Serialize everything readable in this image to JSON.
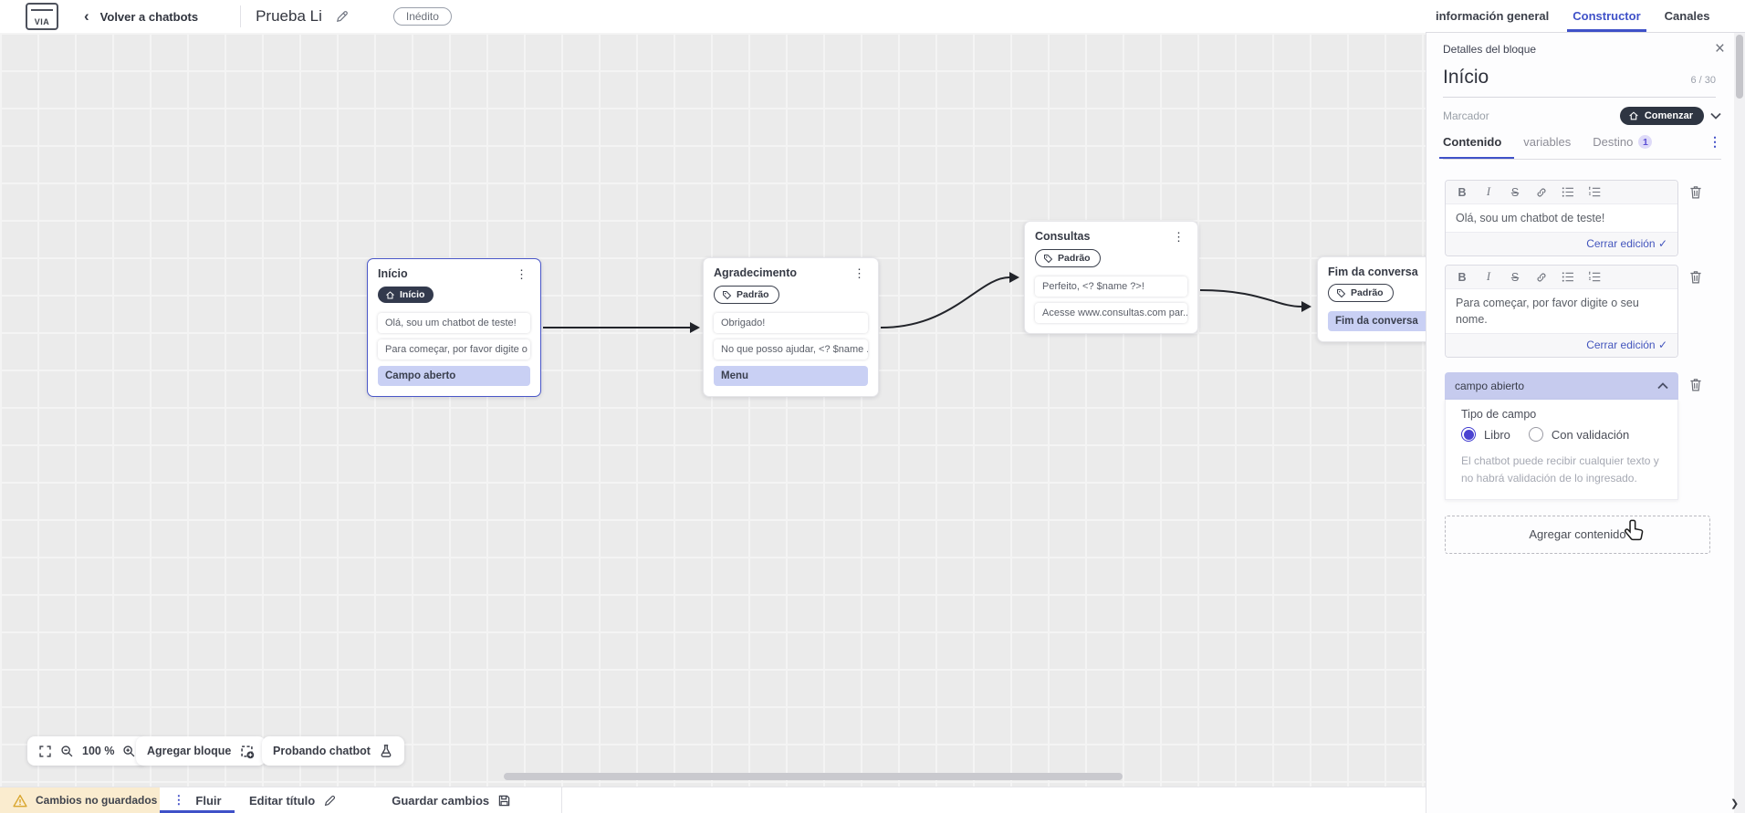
{
  "topbar": {
    "logo_text": "VIA",
    "back_label": "Volver a chatbots",
    "title": "Prueba Li",
    "status_badge": "Inédito",
    "tabs": [
      {
        "label": "información general",
        "active": false
      },
      {
        "label": "Constructor",
        "active": true
      },
      {
        "label": "Canales",
        "active": false
      }
    ]
  },
  "panel": {
    "header": "Detalles del bloque",
    "block_title": "Início",
    "char_counter": "6 / 30",
    "marker_label": "Marcador",
    "marker_value": "Comenzar",
    "tabs": [
      {
        "label": "Contenido",
        "active": true
      },
      {
        "label": "variables",
        "active": false
      },
      {
        "label": "Destino",
        "active": false,
        "badge": "1"
      }
    ],
    "editor_toolbar": {
      "bold": "B",
      "italic": "I",
      "strike": "S"
    },
    "editors": [
      {
        "text": "Olá, sou um chatbot de teste!",
        "close_label": "Cerrar edición"
      },
      {
        "text": "Para começar, por favor digite o seu nome.",
        "close_label": "Cerrar edición"
      }
    ],
    "open_field": {
      "header": "campo abierto",
      "type_label": "Tipo de campo",
      "options": [
        {
          "label": "Libro",
          "selected": true
        },
        {
          "label": "Con validación",
          "selected": false
        }
      ],
      "help_text": "El chatbot puede recibir cualquier texto y no habrá validación de lo ingresado."
    },
    "add_content_label": "Agregar contenido"
  },
  "canvas": {
    "nodes": [
      {
        "title": "Início",
        "badge": "Início",
        "badge_type": "start",
        "selected": true,
        "items": [
          {
            "text": "Olá, sou um chatbot de teste!",
            "highlight": false
          },
          {
            "text": "Para começar, por favor digite o ...",
            "highlight": false
          },
          {
            "text": "Campo aberto",
            "highlight": true
          }
        ]
      },
      {
        "title": "Agradecimento",
        "badge": "Padrão",
        "badge_type": "default",
        "selected": false,
        "items": [
          {
            "text": "Obrigado!",
            "highlight": false
          },
          {
            "text": "No que posso ajudar, <? $name ...",
            "highlight": false
          },
          {
            "text": "Menu",
            "highlight": true
          }
        ]
      },
      {
        "title": "Consultas",
        "badge": "Padrão",
        "badge_type": "default",
        "selected": false,
        "items": [
          {
            "text": "Perfeito, <? $name ?>!",
            "highlight": false
          },
          {
            "text": "Acesse www.consultas.com par...",
            "highlight": false
          }
        ]
      },
      {
        "title": "Fim da conversa",
        "badge": "Padrão",
        "badge_type": "default",
        "selected": false,
        "items": [
          {
            "text": "Fim da conversa",
            "highlight": true
          }
        ]
      }
    ],
    "toolbar": {
      "zoom_level": "100 %",
      "add_block_label": "Agregar bloque",
      "test_label": "Probando chatbot"
    }
  },
  "statusbar": {
    "unsaved_label": "Cambios no guardados",
    "flow_tab": "Fluir",
    "edit_title_label": "Editar título",
    "save_label": "Guardar cambios"
  },
  "colors": {
    "accent": "#3f51c8",
    "node_highlight": "#c9d0f4",
    "dark_pill": "#2e3542",
    "warning_bg": "#faeccf",
    "warning_icon": "#d9a62e",
    "canvas_bg": "#ebebeb"
  }
}
